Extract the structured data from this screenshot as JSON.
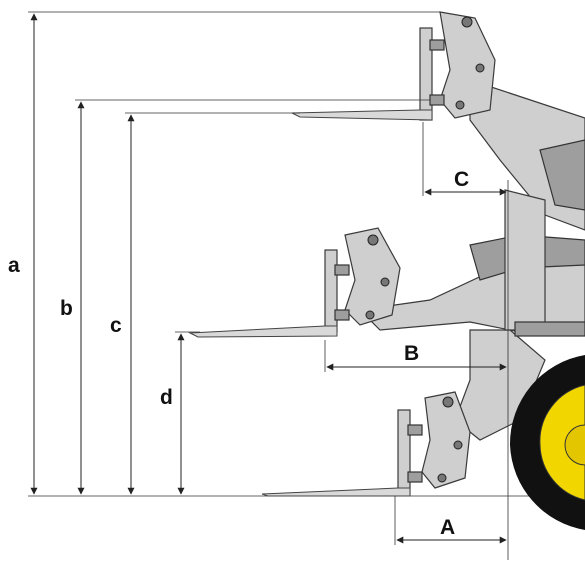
{
  "labels": {
    "a": "a",
    "b": "b",
    "c": "c",
    "d": "d",
    "A": "A",
    "B": "B",
    "C": "C"
  },
  "colors": {
    "line": "#222222",
    "body": "#cfcfcf",
    "body_dark": "#9e9e9e",
    "tire": "#111111",
    "rim": "#f2d600"
  }
}
